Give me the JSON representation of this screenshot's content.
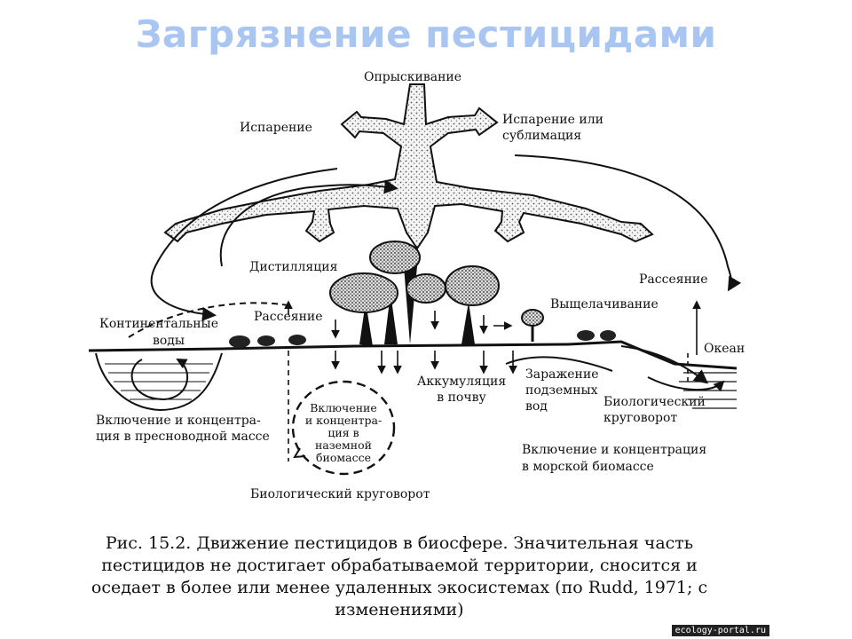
{
  "title": "Загрязнение пестицидами",
  "labels": {
    "spraying": "Опрыскивание",
    "evaporation": "Испарение",
    "evaporation_sublimation_1": "Испарение или",
    "evaporation_sublimation_2": "сублимация",
    "distillation": "Дистилляция",
    "continental_waters_1": "Континентальные",
    "continental_waters_2": "воды",
    "dispersion_left": "Рассеяние",
    "dispersion_right": "Рассеяние",
    "leaching": "Выщелачивание",
    "ocean": "Океан",
    "soil_accumulation_1": "Аккумуляция",
    "soil_accumulation_2": "в почву",
    "groundwater_1": "Заражение",
    "groundwater_2": "подземных",
    "groundwater_3": "вод",
    "bio_cycle_right_1": "Биологический",
    "bio_cycle_right_2": "круговорот",
    "freshwater_1": "Включение и концентра-",
    "freshwater_2": "ция в пресноводной массе",
    "terrestrial_1": "Включение",
    "terrestrial_2": "и концентра-",
    "terrestrial_3": "ция в",
    "terrestrial_4": "наземной",
    "terrestrial_5": "биомассе",
    "marine_1": "Включение и концентрация",
    "marine_2": "в морской биомассе",
    "bio_cycle_bottom": "Биологический круговорот"
  },
  "caption": {
    "line1": "Рис. 15.2. Движение пестицидов в биосфере. Значительная часть",
    "line2": "пестицидов не достигает обрабатываемой территории, сносится и",
    "line3": "оседает в более или менее удаленных экосистемах (по Rudd, 1971; с",
    "line4": "изменениями)"
  },
  "watermark": "ecology-portal.ru"
}
